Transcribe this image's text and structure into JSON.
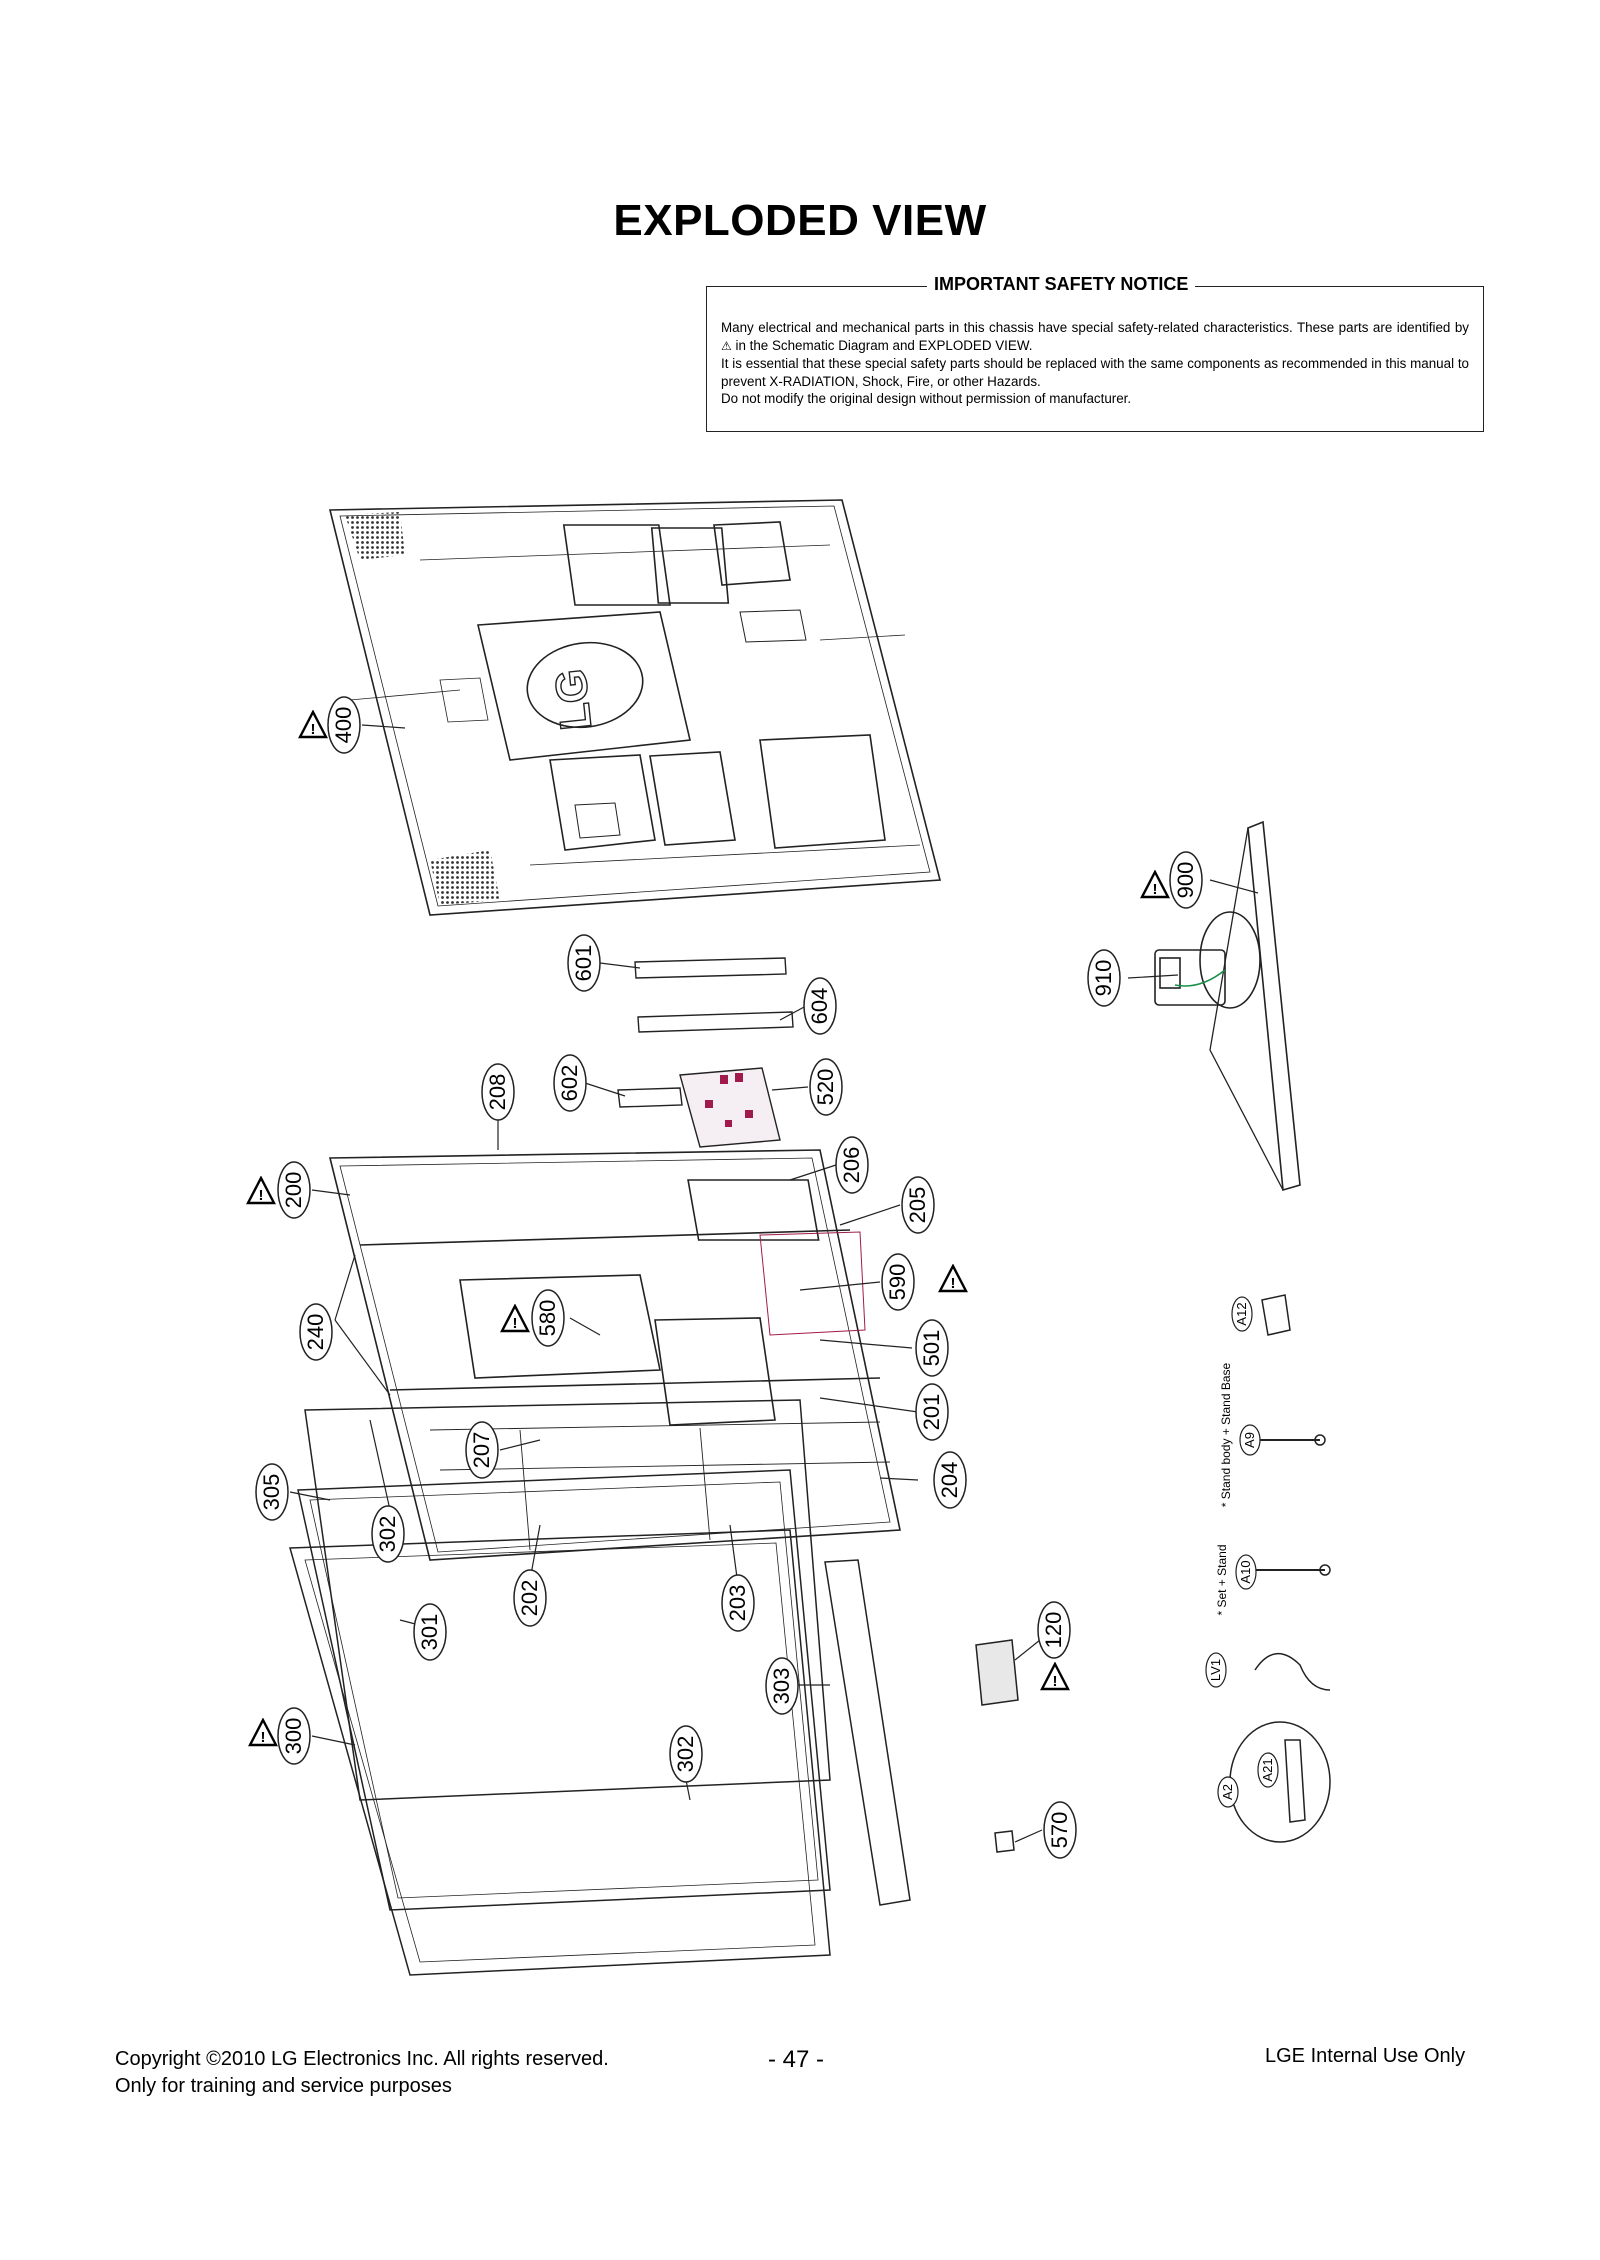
{
  "page_title": "EXPLODED VIEW",
  "safety_notice": {
    "heading": "IMPORTANT SAFETY NOTICE",
    "line1": "Many electrical and mechanical parts in this chassis have special safety-related characteristics. These parts are identified by",
    "line1_tail": "in the Schematic Diagram and EXPLODED VIEW.",
    "line2": "It is essential that these special safety parts should be replaced with the same components as recommended in this manual to prevent X-RADIATION, Shock, Fire, or other Hazards.",
    "line3": "Do not modify the original design without permission of manufacturer.",
    "symbol": "warning-triangle-icon"
  },
  "logo_text": "LG",
  "part_labels": {
    "p400": "400",
    "p900": "900",
    "p910": "910",
    "p601": "601",
    "p604": "604",
    "p602": "602",
    "p520": "520",
    "p208": "208",
    "p206": "206",
    "p205": "205",
    "p200": "200",
    "p590": "590",
    "p580": "580",
    "p501": "501",
    "p240": "240",
    "p201": "201",
    "p207": "207",
    "p204": "204",
    "p305": "305",
    "p302a": "302",
    "p202": "202",
    "p203": "203",
    "p301": "301",
    "p120": "120",
    "p303": "303",
    "p300": "300",
    "p302b": "302",
    "p570": "570",
    "pA12": "A12",
    "pA9": "A9",
    "pA10": "A10",
    "pLV1": "LV1",
    "pA2": "A2",
    "pA21": "A21"
  },
  "side_notes": {
    "stand_body": "* Stand body + Stand Base",
    "set_stand": "* Set + Stand"
  },
  "footer": {
    "copyright": "Copyright ©2010 LG Electronics Inc. All rights reserved.",
    "purpose": "Only for training and service purposes",
    "page_number": "- 47 -",
    "internal": "LGE Internal Use Only"
  }
}
